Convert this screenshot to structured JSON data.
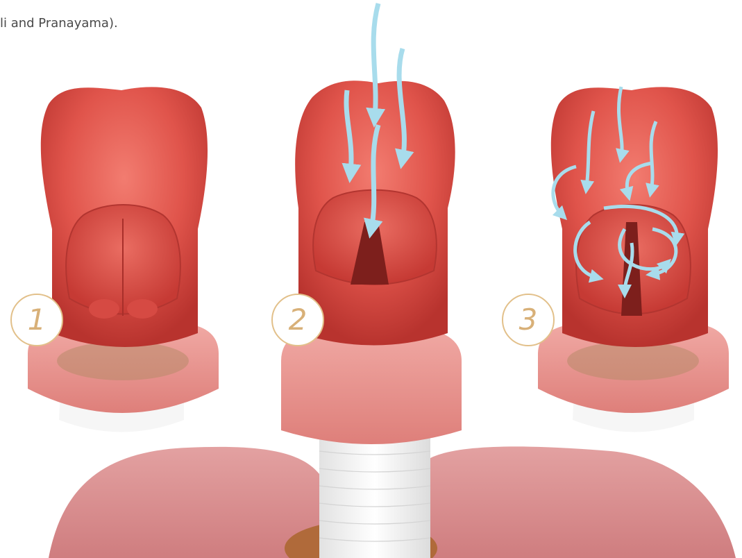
{
  "caption": "li and Pranayama).",
  "panels": [
    {
      "number": "1",
      "state": "closed"
    },
    {
      "number": "2",
      "state": "open-inhalation"
    },
    {
      "number": "3",
      "state": "turbulent-airflow"
    }
  ],
  "colors": {
    "tissue_dark": "#c9413b",
    "tissue_mid": "#e2574f",
    "tissue_light": "#f07a6e",
    "trachea_pink": "#e68f8a",
    "lung_pink": "#d98c8c",
    "airflow_arrow": "#a8dcec",
    "number_circle": "#e2c08a",
    "windpipe_white": "#f3f3f3",
    "heart_brown": "#b06a3a"
  }
}
